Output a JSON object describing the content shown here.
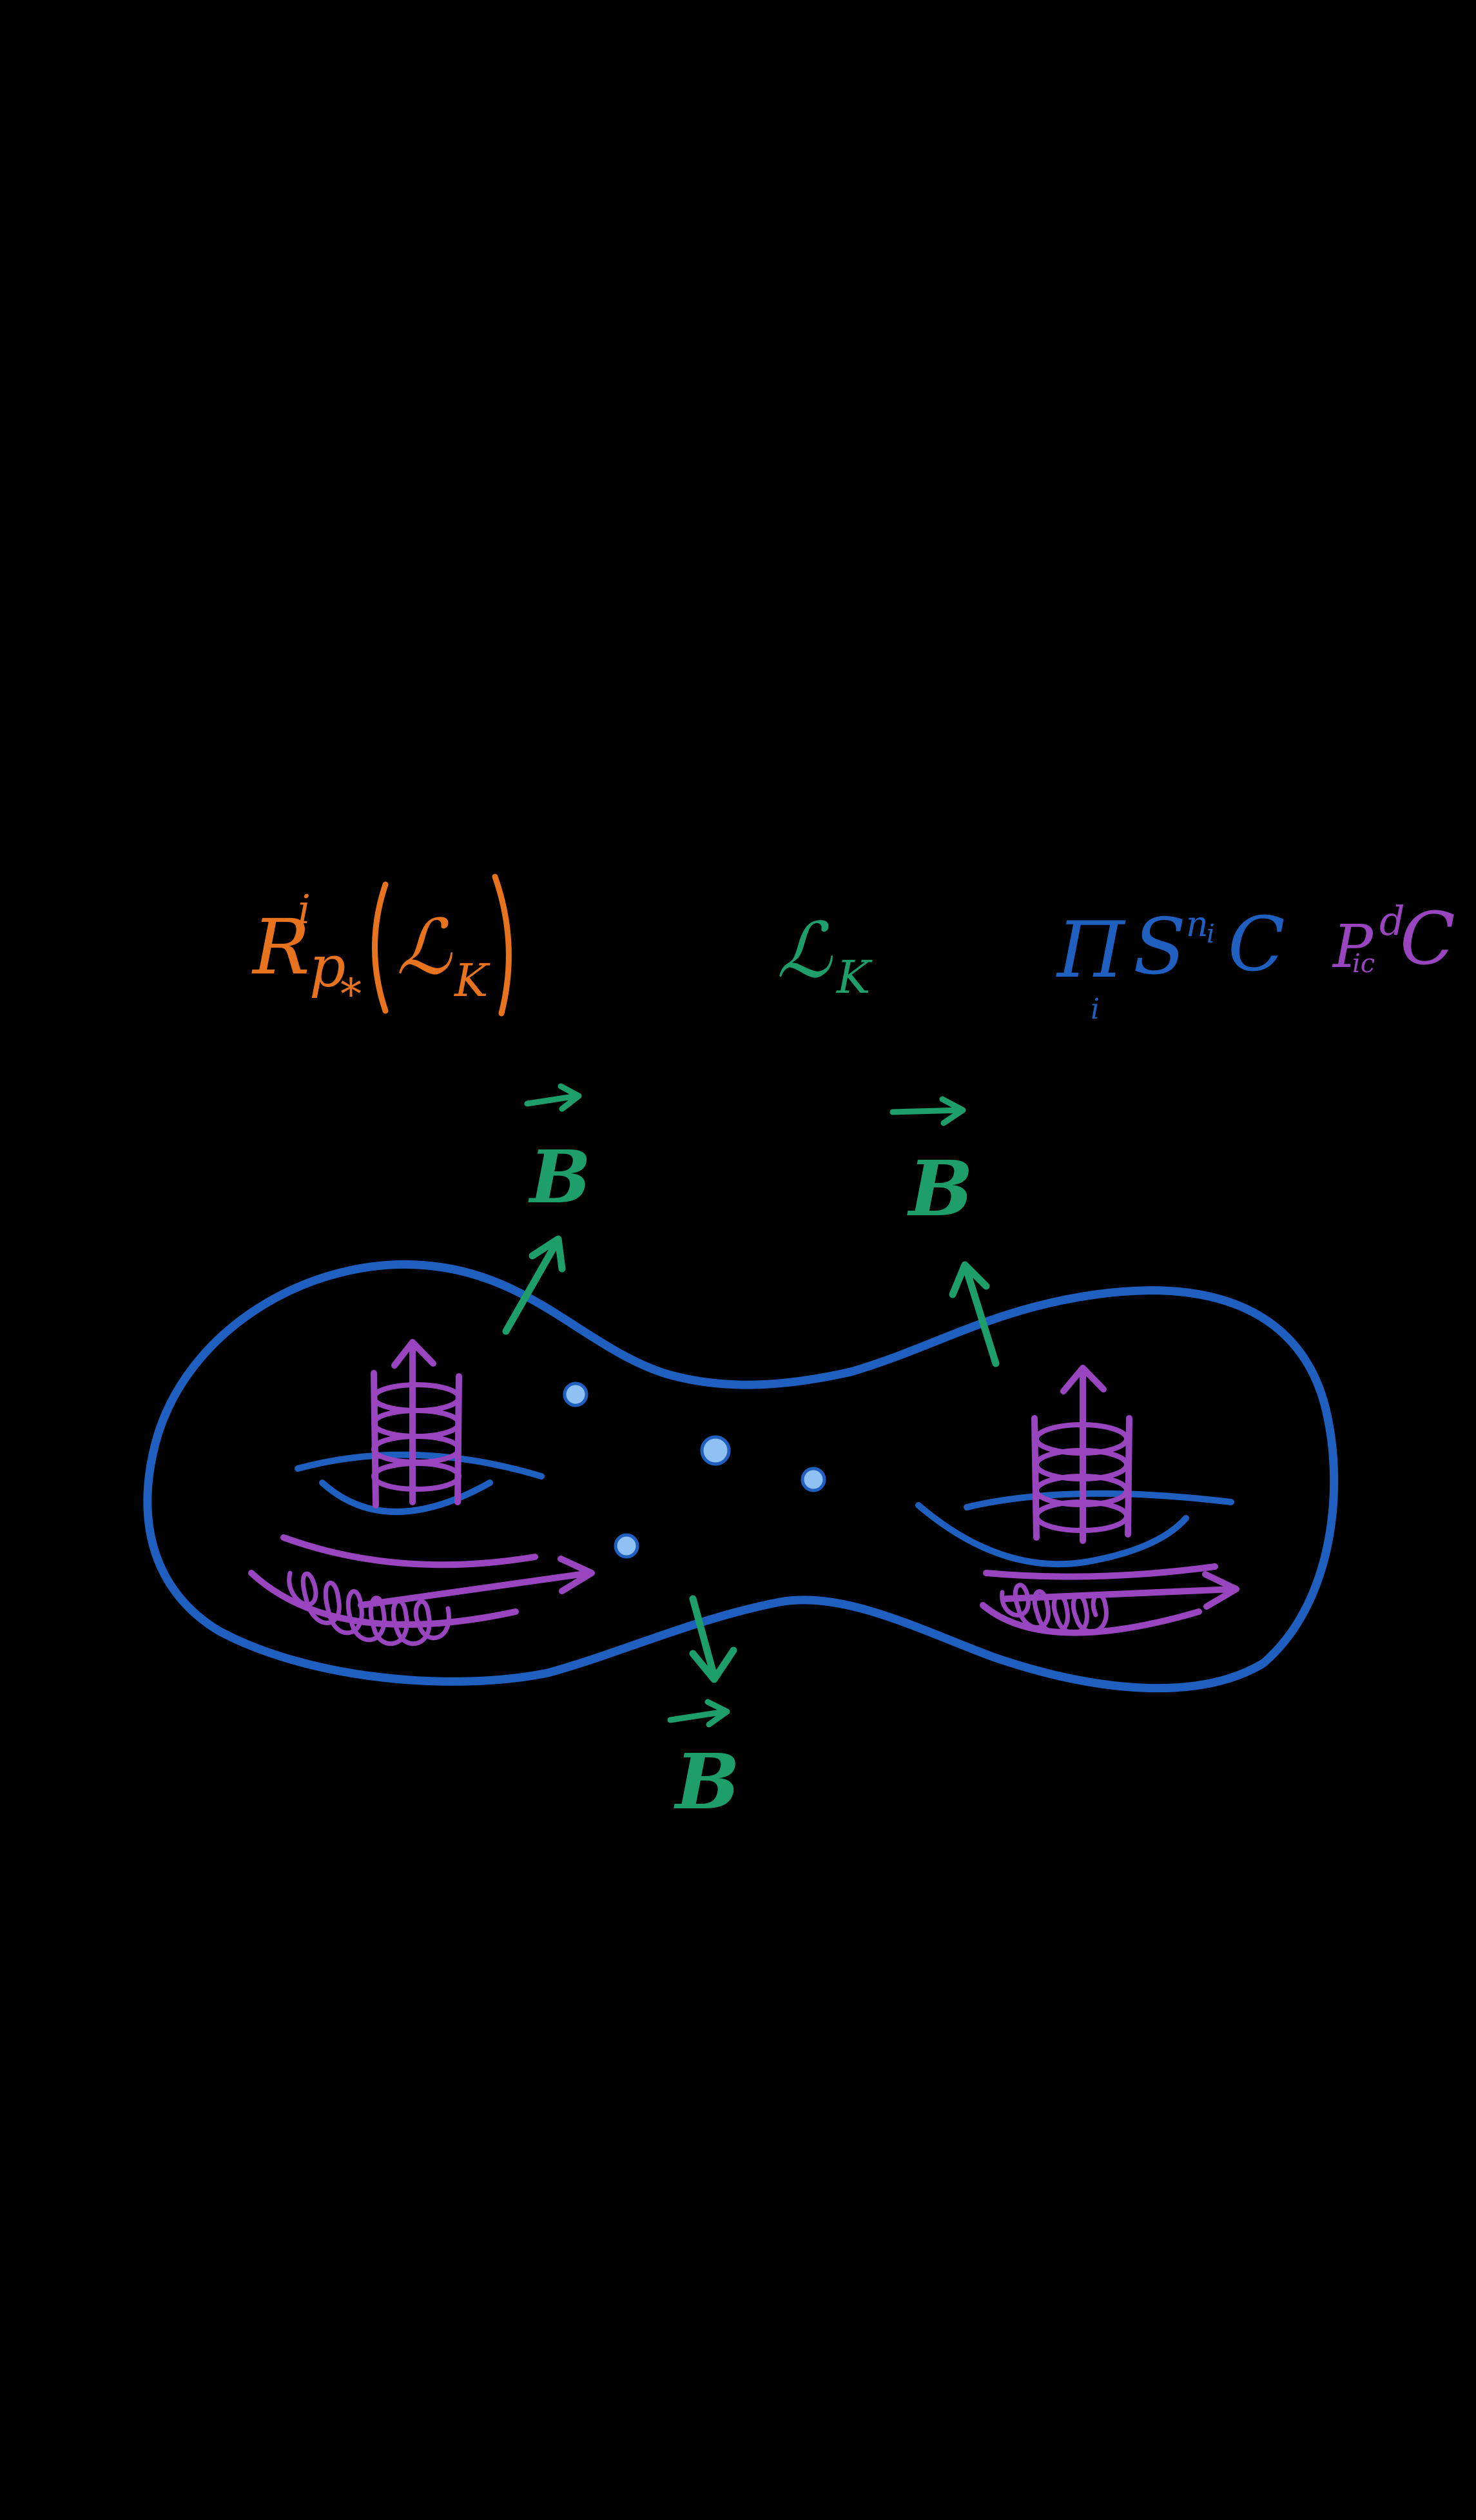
{
  "background_color": "#000000",
  "colors": {
    "orange": "#e8731e",
    "green": "#1e9e6a",
    "blue": "#1f5fbf",
    "purple": "#9a45c0",
    "light_blue": "#8fc2f2"
  },
  "labels": {
    "pushforward_R": "R",
    "pushforward_i": "i",
    "pushforward_p": "p",
    "pushforward_star": "*",
    "pushforward_L": "ℒ",
    "pushforward_K": "K",
    "local_system_L": "ℒ",
    "local_system_K": "K",
    "product_symbol": "Π",
    "product_index": "i",
    "sym_S": "S",
    "sym_exponent": "n",
    "sym_exponent_sub": "i",
    "sym_C": "C",
    "pic_P": "P",
    "pic_ic": "ic",
    "pic_d": "d",
    "pic_C": "C",
    "field_left": "B",
    "field_right": "B",
    "field_bottom": "B"
  }
}
